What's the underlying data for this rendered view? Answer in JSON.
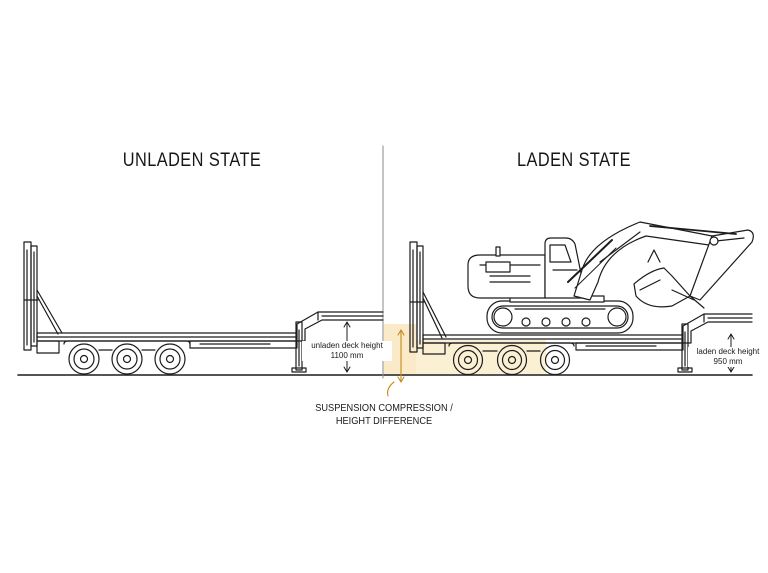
{
  "headings": {
    "left": "UNLADEN STATE",
    "right": "LADEN STATE"
  },
  "dimensions": {
    "unladen": {
      "line1": "unladen deck height",
      "line2": "1100 mm",
      "value_mm": 1100
    },
    "laden": {
      "line1": "laden deck height",
      "line2": "950 mm",
      "value_mm": 950
    }
  },
  "callout": {
    "line1": "SUSPENSION COMPRESSION /",
    "line2": "HEIGHT DIFFERENCE"
  },
  "colors": {
    "line": "#1c1c1c",
    "highlight": "#f7dfae",
    "arrow": "#c88a1e"
  }
}
